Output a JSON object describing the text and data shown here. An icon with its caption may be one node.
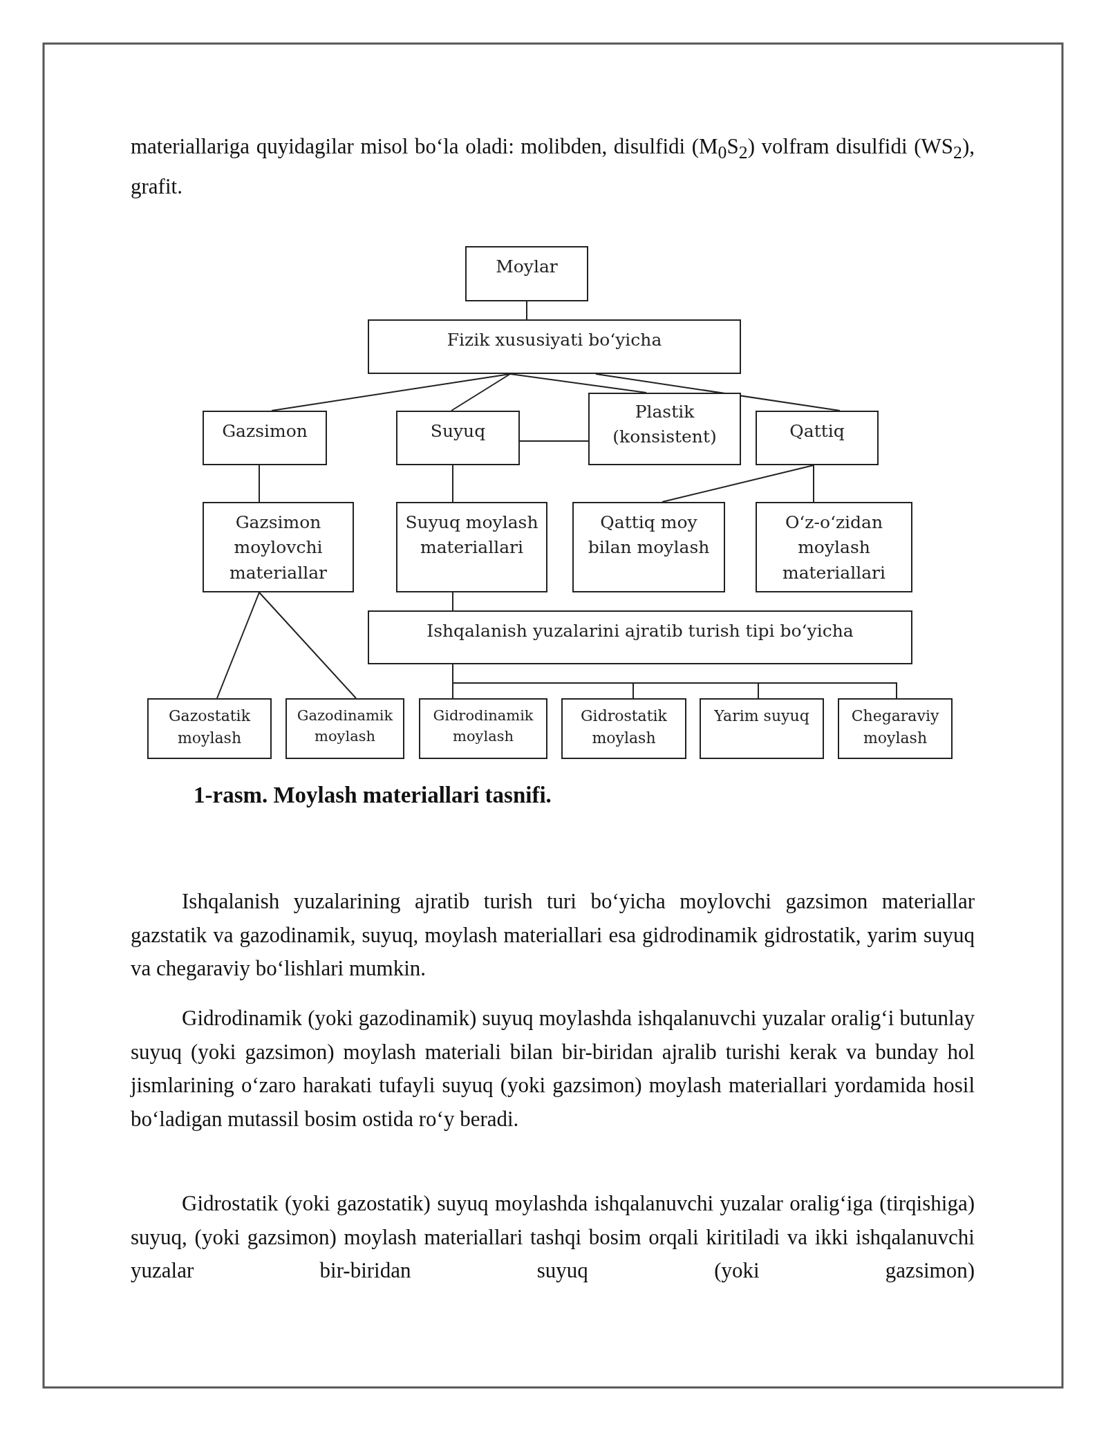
{
  "diagram": {
    "caption": "1-rasm. Moylash materiallari tasnifi.",
    "nodes": [
      {
        "text": [
          "Moylar"
        ]
      },
      {
        "text": [
          "Fizik xususiyati bo‘yicha"
        ]
      },
      {
        "text": [
          "Gazsimon"
        ]
      },
      {
        "text": [
          "Suyuq"
        ]
      },
      {
        "text": [
          "Plastik (konsistent)"
        ]
      },
      {
        "text": [
          "Qattiq"
        ]
      },
      {
        "text": [
          "Gazsimon moylovchi materiallar"
        ]
      },
      {
        "text": [
          "Suyuq moylash materiallari"
        ]
      },
      {
        "text": [
          "Qattiq moy bilan moylash"
        ]
      },
      {
        "text": [
          "O‘z-o‘zidan moylash materiallari"
        ]
      },
      {
        "text": [
          "Ishqalanish yuzalarini ajratib turish tipi bo‘yicha"
        ]
      },
      {
        "text": [
          "Gazostatik moylash"
        ]
      },
      {
        "text": [
          "Gazodinamik moylash"
        ]
      },
      {
        "text": [
          "Gidrodinamik moylash"
        ]
      },
      {
        "text": [
          "Gidrostatik moylash"
        ]
      },
      {
        "text": [
          "Yarim suyuq"
        ]
      },
      {
        "text": [
          "Chegaraviy moylash"
        ]
      }
    ],
    "edges": [
      {
        "from": 0,
        "to": 1,
        "arrow": "none"
      },
      {
        "from": 1,
        "to": 2,
        "arrow": "none"
      },
      {
        "from": 1,
        "to": 3,
        "arrow": "none"
      },
      {
        "from": 1,
        "to": 4,
        "arrow": "none"
      },
      {
        "from": 1,
        "to": 5,
        "arrow": "none"
      },
      {
        "from": 3,
        "to": 4,
        "arrow": "none"
      },
      {
        "from": 2,
        "to": 6,
        "arrow": "none"
      },
      {
        "from": 3,
        "to": 7,
        "arrow": "none"
      },
      {
        "from": 5,
        "to": 8,
        "arrow": "none"
      },
      {
        "from": 5,
        "to": 9,
        "arrow": "none"
      },
      {
        "from": 7,
        "to": 10,
        "arrow": "none"
      },
      {
        "from": 6,
        "to": 11,
        "arrow": "none"
      },
      {
        "from": 6,
        "to": 12,
        "arrow": "none"
      },
      {
        "from": 10,
        "to": 13,
        "arrow": "none"
      },
      {
        "from": 10,
        "to": 14,
        "arrow": "none"
      },
      {
        "from": 10,
        "to": 15,
        "arrow": "none"
      },
      {
        "from": 10,
        "to": 16,
        "arrow": "none"
      }
    ],
    "labels": [
      "materiallariga quyidagilar misol bo‘la oladi: molibden, disulfidi (M$_{0}$S$_{2}$) volfram disulfidi (WS$_{2}$), grafit.",
      "Ishqalanish yuzalarining ajratib turish turi bo‘yicha moylovchi gazsimon materiallar gazstatik va gazodinamik, suyuq, moylash materiallari esa gidrodinamik gidrostatik, yarim suyuq va chegaraviy bo‘lishlari mumkin.",
      "Gidrodinamik (yoki gazodinamik) suyuq moylashda ishqalanuvchi yuzalar oralig‘i butunlay suyuq (yoki gazsimon) moylash materiali bilan bir-biridan ajralib turishi kerak va bunday hol jismlarining o‘zaro harakati tufayli suyuq (yoki gazsimon) moylash materiallari yordamida hosil bo‘ladigan mutassil bosim ostida ro‘y beradi.",
      "Gidrostatik (yoki gazostatik) suyuq moylashda ishqalanuvchi yuzalar oralig‘iga (tirqishiga) suyuq, (yoki gazsimon) moylash materiallari tashqi bosim orqali kiritiladi va ikki ishqalanuvchi yuzalar bir-biridan suyuq (yoki gazsimon)"
    ]
  }
}
